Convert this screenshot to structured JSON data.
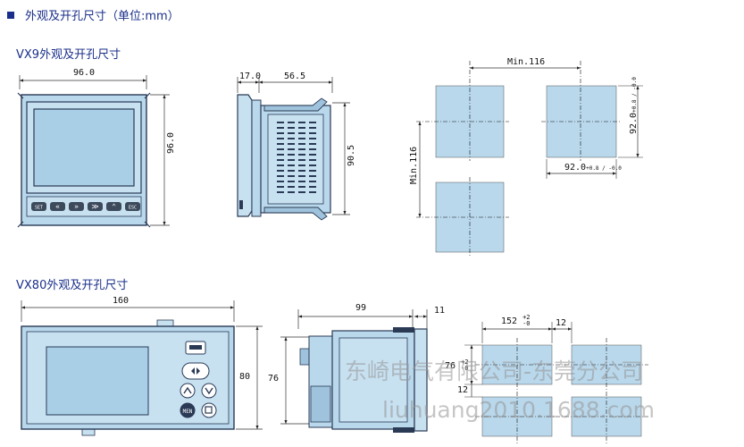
{
  "header": {
    "title": "外观及开孔尺寸（单位:mm）"
  },
  "vx9": {
    "title": "VX9外观及开孔尺寸",
    "front": {
      "width": "96.0",
      "height": "96.0",
      "keys": [
        "SET",
        "«",
        "»",
        "≫",
        "⌃",
        "ESC"
      ]
    },
    "side": {
      "depth_front": "17.0",
      "depth_body": "56.5",
      "height": "90.5"
    },
    "cutout": {
      "spacing_h": "Min.116",
      "spacing_v": "Min.116",
      "w": "92.0",
      "w_tol": "+0.8 / -0.0",
      "h": "92.0",
      "h_tol": "+0.8 / -0.0"
    }
  },
  "vx80": {
    "title": "VX80外观及开孔尺寸",
    "front": {
      "width": "160",
      "height": "80"
    },
    "side": {
      "depth": "99",
      "front": "11",
      "height": "76"
    },
    "cutout": {
      "w": "152",
      "w_tol_plus": "+2",
      "w_tol_minus": "-0",
      "gap_h": "12",
      "h": "76",
      "h_tol_plus": "+2",
      "h_tol_minus": "-0",
      "gap_v": "12"
    }
  },
  "watermark": {
    "line1": "东崎电气有限公司-东莞分公司",
    "line2": "liuhuang2010.1688.com"
  },
  "colors": {
    "fill": "#b9d8ec",
    "accent": "#1a2f8a"
  }
}
